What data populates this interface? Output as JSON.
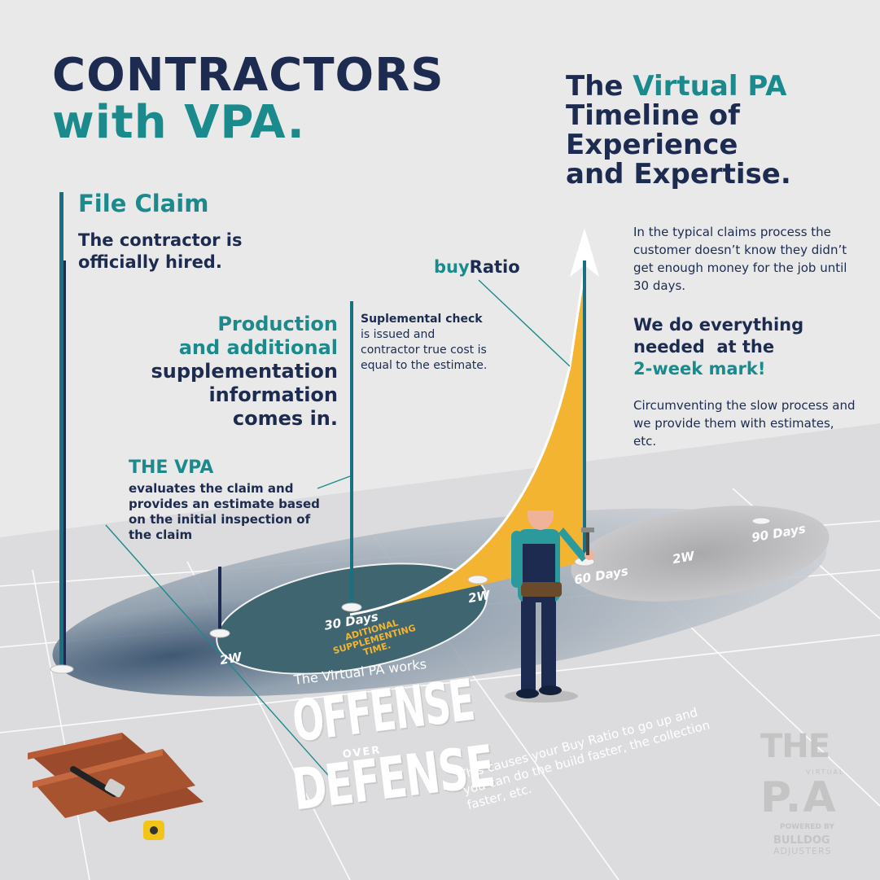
{
  "title": {
    "line1": "CONTRACTORS",
    "line2": "with VPA."
  },
  "timeline_title": {
    "pre": "The ",
    "accent": "Virtual PA",
    "line2": "Timeline of",
    "line3": "Experience",
    "line4": "and Expertise."
  },
  "file_claim": {
    "heading": "File Claim",
    "body": "The contractor is officially hired."
  },
  "buy_ratio": {
    "prefix": "buy",
    "suffix": "Ratio"
  },
  "production": {
    "line1": "Production",
    "line2": "and additional",
    "line3": "supplementation",
    "line4": "information",
    "line5": "comes in."
  },
  "supplemental": {
    "bold": "Suplemental check",
    "rest": " is issued and contractor true cost is equal to the estimate."
  },
  "vpa": {
    "heading": "THE VPA",
    "body": "evaluates the claim and provides an estimate based on the initial inspection of the claim"
  },
  "typical": "In the typical claims process the customer doesn’t know they didn’t get enough money for the job until 30 days.",
  "we_do": {
    "line1": "We do everything",
    "line2": "needed  at the",
    "accent": "2-week mark!"
  },
  "circumventing": "Circumventing the slow process and we provide them with estimates, etc.",
  "timeline_labels": {
    "a": "2W",
    "b": "30 Days",
    "c": "2W",
    "d": "60 Days",
    "e": "2W",
    "f": "90 Days"
  },
  "additional_time": "ADITIONAL SUPPLEMENTING TIME.",
  "works": "The Virtual PA works",
  "offense": "OFFENSE",
  "over": "OVER",
  "defense": "DEFENSE",
  "causes": "This causes your Buy Ratio to go up and you can do the build faster, the collection faster, etc.",
  "logo": {
    "the": "THE",
    "virtual": "VIRTUAL",
    "pa": "P.A",
    "powered": "POWERED BY",
    "bulldog": "BULLDOG",
    "adjusters": "ADJUSTERS"
  },
  "colors": {
    "navy": "#1c2b4f",
    "teal": "#1b8a8c",
    "gold": "#f2b431",
    "background": "#e9e9ea"
  },
  "icons": [
    "hard-hat-worker",
    "hammer",
    "wood-planks",
    "tape-measure",
    "pin-marker"
  ]
}
